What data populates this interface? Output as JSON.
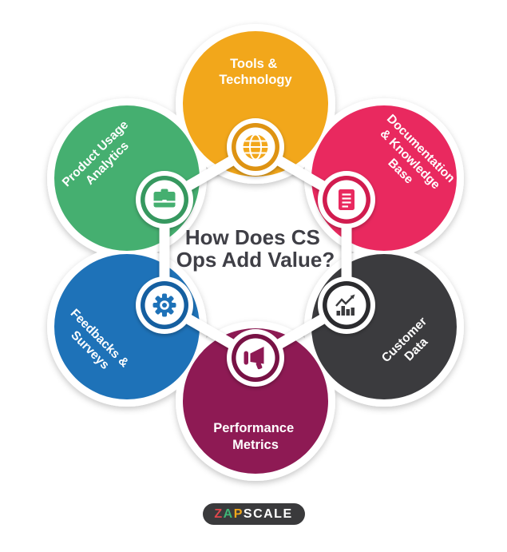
{
  "title": {
    "line1": "How Does CS",
    "line2": "Ops Add Value?",
    "color": "#3F3F46"
  },
  "petals": [
    {
      "id": "tools-technology",
      "lines": [
        "Tools &",
        "Technology"
      ],
      "color": "#F2A71B",
      "color_dark": "#DE9312",
      "icon": "globe-icon"
    },
    {
      "id": "documentation-knowledge-base",
      "lines": [
        "Documentation",
        "& Knowledge",
        "Base"
      ],
      "color": "#E9295F",
      "color_dark": "#D11C4F",
      "icon": "document-icon"
    },
    {
      "id": "customer-data",
      "lines": [
        "Customer",
        "Data"
      ],
      "color": "#3B3B3E",
      "color_dark": "#2B2B2E",
      "icon": "bar-chart-icon"
    },
    {
      "id": "performance-metrics",
      "lines": [
        "Performance",
        "Metrics"
      ],
      "color": "#8E1A54",
      "color_dark": "#781245",
      "icon": "megaphone-icon"
    },
    {
      "id": "feedbacks-surveys",
      "lines": [
        "Feedbacks &",
        "Surveys"
      ],
      "color": "#1E72B8",
      "color_dark": "#155FA0",
      "icon": "gear-icon"
    },
    {
      "id": "product-usage-analytics",
      "lines": [
        "Product Usage",
        "Analytics"
      ],
      "color": "#45AF70",
      "color_dark": "#36985F",
      "icon": "briefcase-icon"
    }
  ],
  "logo": {
    "bg": "#3A3A3C",
    "letters": [
      {
        "text": "Z",
        "color": "#E0474C"
      },
      {
        "text": "A",
        "color": "#3FB577"
      },
      {
        "text": "P",
        "color": "#F2A71B"
      },
      {
        "text": "SCALE",
        "color": "#FFFFFF"
      }
    ]
  }
}
